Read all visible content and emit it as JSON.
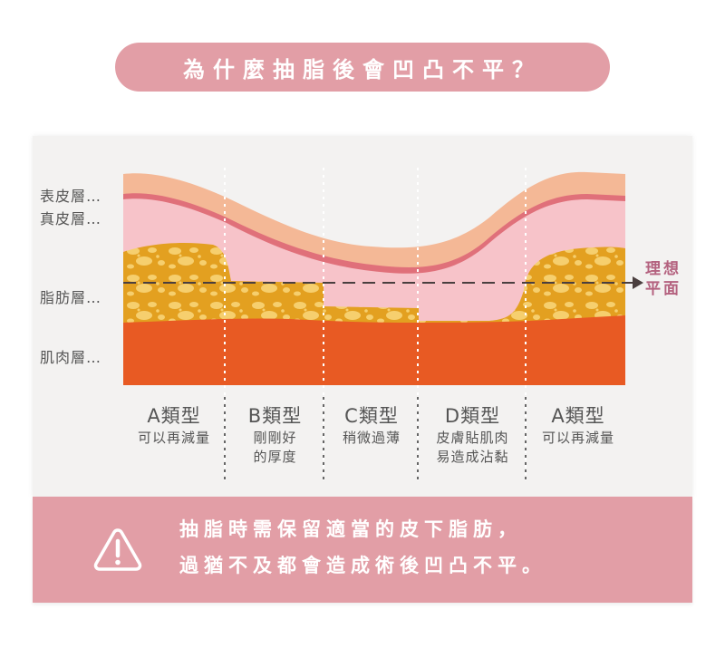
{
  "title": "為什麼抽脂後會凹凸不平？",
  "layers": [
    {
      "label": "表皮層",
      "dots": "…"
    },
    {
      "label": "真皮層",
      "dots": "…"
    },
    {
      "label": "脂肪層",
      "dots": "…"
    },
    {
      "label": "肌肉層",
      "dots": "…"
    }
  ],
  "ideal_plane": {
    "line1": "理想",
    "line2": "平面"
  },
  "columns": [
    {
      "type": "A類型",
      "desc1": "可以再減量",
      "desc2": ""
    },
    {
      "type": "B類型",
      "desc1": "剛剛好",
      "desc2": "的厚度"
    },
    {
      "type": "C類型",
      "desc1": "稍微過薄",
      "desc2": ""
    },
    {
      "type": "D類型",
      "desc1": "皮膚貼肌肉",
      "desc2": "易造成沾黏"
    },
    {
      "type": "A類型",
      "desc1": "可以再減量",
      "desc2": ""
    }
  ],
  "warning": {
    "icon": "warning-triangle-icon",
    "line1": "抽脂時需保留適當的皮下脂肪，",
    "line2": "過猶不及都會造成術後凹凸不平。"
  },
  "colors": {
    "pink_accent": "#e29ea6",
    "epidermis": "#f4b896",
    "dermis_line": "#e0707a",
    "dermis": "#f7c3c9",
    "fat": "#e3a020",
    "fat_spots": "#f6cf6e",
    "muscle": "#e85a23",
    "ideal_text": "#b4627f"
  }
}
